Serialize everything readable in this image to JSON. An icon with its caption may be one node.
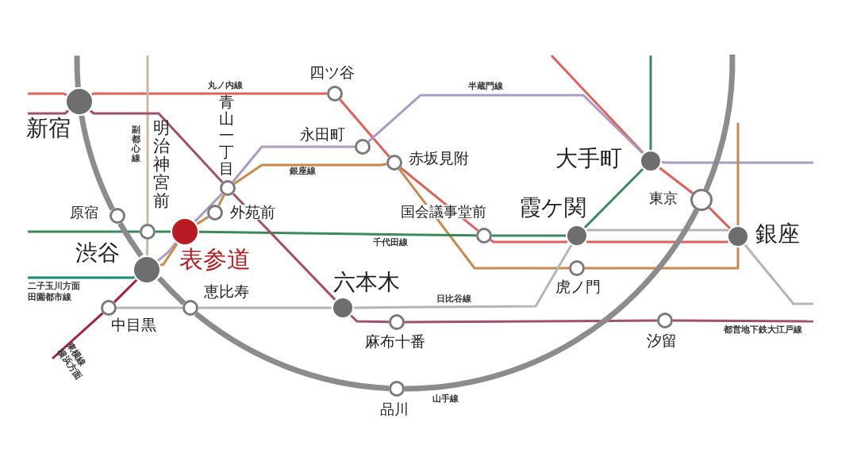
{
  "diagram": {
    "nodes": [
      {
        "text": [],
        "shape": "circle",
        "beside": [
          "新宿"
        ]
      },
      {
        "text": [],
        "shape": "circle",
        "beside": [
          "原宿"
        ]
      },
      {
        "text": [],
        "shape": "circle",
        "beside": [
          "明治神宮前"
        ]
      },
      {
        "text": [],
        "shape": "circle",
        "beside": [
          "渋谷"
        ]
      },
      {
        "text": [],
        "shape": "circle",
        "beside": [
          "表参道"
        ]
      },
      {
        "text": [],
        "shape": "circle",
        "beside": [
          "青山一丁目"
        ]
      },
      {
        "text": [],
        "shape": "circle",
        "beside": [
          "外苑前"
        ]
      },
      {
        "text": [],
        "shape": "circle",
        "beside": [
          "四ツ谷"
        ]
      },
      {
        "text": [],
        "shape": "circle",
        "beside": [
          "永田町"
        ]
      },
      {
        "text": [],
        "shape": "circle",
        "beside": [
          "赤坂見附"
        ]
      },
      {
        "text": [],
        "shape": "circle",
        "beside": [
          "国会議事堂前"
        ]
      },
      {
        "text": [],
        "shape": "circle",
        "beside": [
          "霞ケ関"
        ]
      },
      {
        "text": [],
        "shape": "circle",
        "beside": [
          "虎ノ門"
        ]
      },
      {
        "text": [],
        "shape": "circle",
        "beside": [
          "大手町"
        ]
      },
      {
        "text": [],
        "shape": "circle",
        "beside": [
          "東京"
        ]
      },
      {
        "text": [],
        "shape": "circle",
        "beside": [
          "銀座"
        ]
      },
      {
        "text": [],
        "shape": "circle",
        "beside": [
          "六本木"
        ]
      },
      {
        "text": [],
        "shape": "circle",
        "beside": [
          "恵比寿"
        ]
      },
      {
        "text": [],
        "shape": "circle",
        "beside": [
          "中目黒"
        ]
      },
      {
        "text": [],
        "shape": "circle",
        "beside": [
          "麻布十番"
        ]
      },
      {
        "text": [],
        "shape": "circle",
        "beside": [
          "汐留"
        ]
      },
      {
        "text": [],
        "shape": "circle",
        "beside": [
          "品川"
        ]
      },
      {
        "text": [
          "二子玉川方面",
          "田園都市線"
        ]
      },
      {
        "text": [
          "東横線",
          "横浜方面"
        ]
      }
    ],
    "edges": [
      {
        "from": null,
        "to": 0,
        "arrow": "none",
        "color": "#e0605a"
      },
      {
        "from": 0,
        "to": 7,
        "arrow": "none",
        "color": "#e0605a"
      },
      {
        "from": 7,
        "to": 9,
        "arrow": "none",
        "color": "#e0605a"
      },
      {
        "from": 9,
        "to": 10,
        "arrow": "none",
        "color": "#e0605a"
      },
      {
        "from": 10,
        "to": 11,
        "arrow": "none",
        "color": "#e0605a"
      },
      {
        "from": 11,
        "to": 15,
        "arrow": "none",
        "color": "#e0605a"
      },
      {
        "from": 15,
        "to": 14,
        "arrow": "none",
        "color": "#e0605a"
      },
      {
        "from": 14,
        "to": 13,
        "arrow": "none",
        "color": "#e0605a"
      },
      {
        "from": 13,
        "to": null,
        "arrow": "none",
        "color": "#e0605a"
      },
      {
        "from": 3,
        "to": 4,
        "arrow": "none",
        "color": "#a99bc4"
      },
      {
        "from": 4,
        "to": 5,
        "arrow": "none",
        "color": "#a99bc4"
      },
      {
        "from": 5,
        "to": 8,
        "arrow": "none",
        "color": "#a99bc4"
      },
      {
        "from": 8,
        "to": 13,
        "arrow": "none",
        "color": "#a99bc4"
      },
      {
        "from": 13,
        "to": null,
        "arrow": "none",
        "color": "#a99bc4"
      },
      {
        "from": 3,
        "to": 4,
        "arrow": "none",
        "color": "#c8894a"
      },
      {
        "from": 4,
        "to": 6,
        "arrow": "none",
        "color": "#c8894a"
      },
      {
        "from": 6,
        "to": 5,
        "arrow": "none",
        "color": "#c8894a"
      },
      {
        "from": 5,
        "to": 9,
        "arrow": "none",
        "color": "#c8894a"
      },
      {
        "from": 9,
        "to": 12,
        "arrow": "none",
        "color": "#c8894a"
      },
      {
        "from": 12,
        "to": 15,
        "arrow": "none",
        "color": "#c8894a"
      },
      {
        "from": 15,
        "to": null,
        "arrow": "none",
        "color": "#c8894a"
      },
      {
        "from": null,
        "to": 2,
        "arrow": "none",
        "color": "#3b8a5a"
      },
      {
        "from": 2,
        "to": 4,
        "arrow": "none",
        "color": "#3b8a5a"
      },
      {
        "from": 4,
        "to": 10,
        "arrow": "none",
        "color": "#3b8a5a"
      },
      {
        "from": 10,
        "to": 11,
        "arrow": "none",
        "color": "#3b8a5a"
      },
      {
        "from": 11,
        "to": 13,
        "arrow": "none",
        "color": "#3b8a5a"
      },
      {
        "from": 13,
        "to": null,
        "arrow": "none",
        "color": "#3b8a5a"
      },
      {
        "from": null,
        "to": 2,
        "arrow": "none",
        "color": "#c8b8a4"
      },
      {
        "from": 2,
        "to": 3,
        "arrow": "none",
        "color": "#c8b8a4"
      },
      {
        "from": 18,
        "to": 17,
        "arrow": "none",
        "color": "#b5b5b5"
      },
      {
        "from": 17,
        "to": 16,
        "arrow": "none",
        "color": "#b5b5b5"
      },
      {
        "from": 16,
        "to": 11,
        "arrow": "none",
        "color": "#b5b5b5"
      },
      {
        "from": 11,
        "to": 15,
        "arrow": "none",
        "color": "#b5b5b5"
      },
      {
        "from": 15,
        "to": null,
        "arrow": "none",
        "color": "#b5b5b5"
      },
      {
        "from": null,
        "to": 0,
        "arrow": "none",
        "color": "#a0506e"
      },
      {
        "from": 0,
        "to": 5,
        "arrow": "none",
        "color": "#a0506e"
      },
      {
        "from": 5,
        "to": 16,
        "arrow": "none",
        "color": "#a0506e"
      },
      {
        "from": 16,
        "to": 19,
        "arrow": "none",
        "color": "#a0506e"
      },
      {
        "from": 19,
        "to": 20,
        "arrow": "none",
        "color": "#a0506e"
      },
      {
        "from": 20,
        "to": null,
        "arrow": "none",
        "color": "#a0506e"
      },
      {
        "from": null,
        "to": 0,
        "arrow": "none",
        "style": "thick",
        "color": "#8c8c8c"
      },
      {
        "from": 0,
        "to": 1,
        "arrow": "none",
        "style": "thick",
        "color": "#8c8c8c"
      },
      {
        "from": 1,
        "to": 3,
        "arrow": "none",
        "style": "thick",
        "color": "#8c8c8c"
      },
      {
        "from": 3,
        "to": 17,
        "arrow": "none",
        "style": "thick",
        "color": "#8c8c8c"
      },
      {
        "from": 17,
        "to": 21,
        "arrow": "none",
        "style": "thick",
        "color": "#8c8c8c"
      },
      {
        "from": 21,
        "to": 14,
        "arrow": "none",
        "style": "thick",
        "color": "#8c8c8c"
      },
      {
        "from": 14,
        "to": null,
        "arrow": "none",
        "style": "thick",
        "color": "#8c8c8c"
      },
      {
        "from": 22,
        "to": 3,
        "arrow": "none",
        "color": "#1a8a78"
      },
      {
        "from": 3,
        "to": 18,
        "arrow": "none",
        "color": "#a8203a"
      },
      {
        "from": 18,
        "to": 23,
        "arrow": "none",
        "color": "#a8203a"
      }
    ],
    "labels": [
      "丸ノ内線",
      "半蔵門線",
      "副都心線",
      "銀座線",
      "千代田線",
      "日比谷線",
      "都営地下鉄大江戸線",
      "山手線"
    ]
  }
}
